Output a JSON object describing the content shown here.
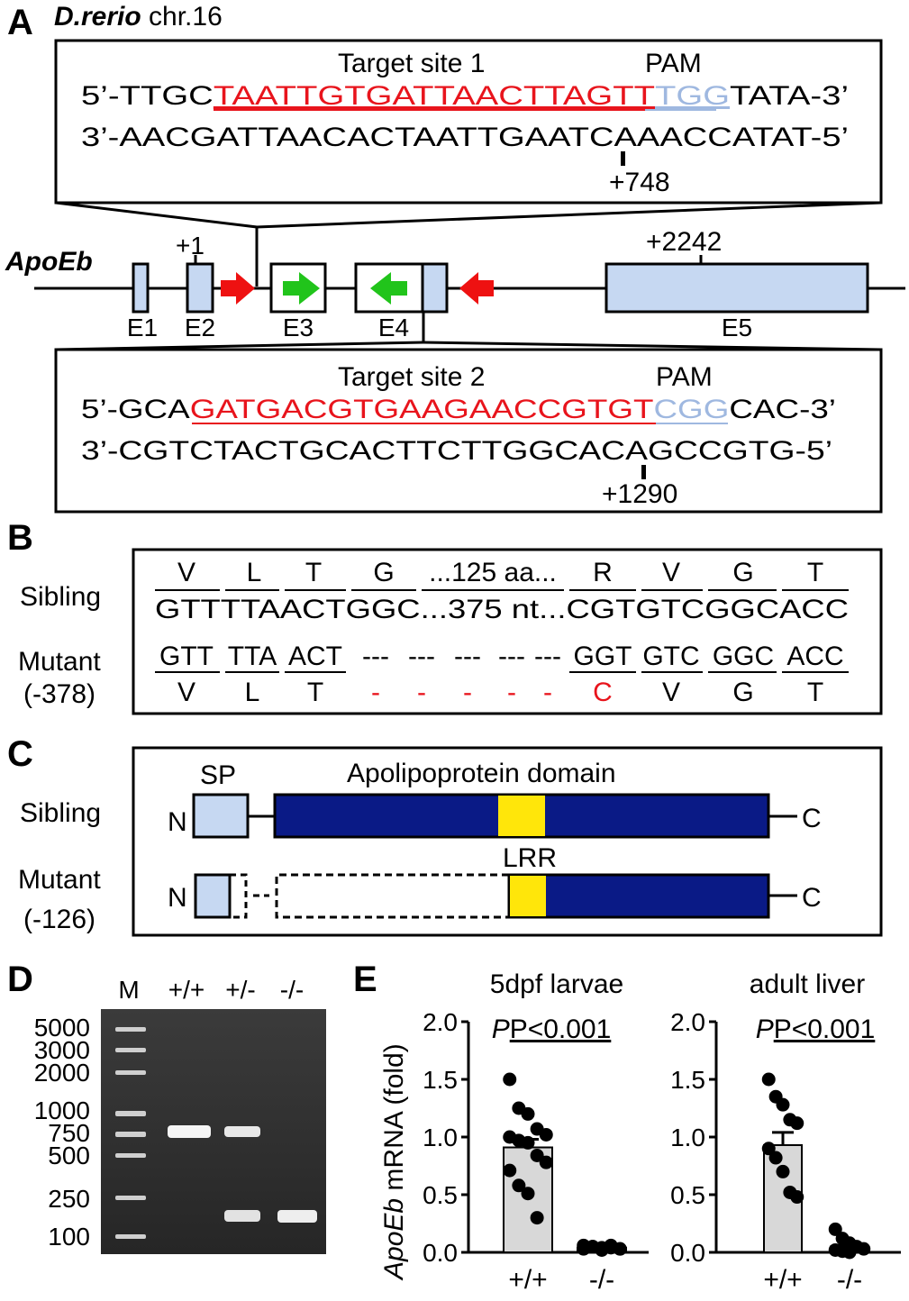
{
  "colors": {
    "red": "#e8141c",
    "pam": "#9fb8e0",
    "exon_fill": "#c6d8f2",
    "domain_blue": "#0a1a86",
    "lrr_yellow": "#ffe60a",
    "arrow_green": "#21c41b",
    "arrow_red": "#ee1111",
    "bar_gray": "#d8d8d8",
    "gel_bg": "#2e2e2e"
  },
  "panelA": {
    "letter": "A",
    "species": "D.rerio",
    "chromosome": " chr.16",
    "gene": "ApoEb",
    "site1": {
      "title": "Target site 1",
      "pam_label": "PAM",
      "top_prefix": "5’-TTGC",
      "target": "TAATTGTGATTAACTTAGTT",
      "pam": "TGG",
      "top_suffix": "TATA-3’",
      "bottom": "3’-AACGATTAACACTAATTGAATCAAACCATAT-5’",
      "position": "+748"
    },
    "site2": {
      "title": "Target site 2",
      "pam_label": "PAM",
      "top_prefix": "5’-GCA",
      "target": "GATGACGTGAAGAACCGTGT",
      "pam": "CGG",
      "top_suffix": "CAC-3’",
      "bottom": "3’-CGTCTACTGCACTTCTTGGCACAGCCGTG-5’",
      "position": "+1290"
    },
    "exons": [
      "E1",
      "E2",
      "E3",
      "E4",
      "E5"
    ],
    "pos_plus1": "+1",
    "pos_2242": "+2242"
  },
  "panelB": {
    "letter": "B",
    "sibling_label": "Sibling",
    "mutant_label_1": "Mutant",
    "mutant_label_2": "(-378)",
    "sib_aa": [
      "V",
      "L",
      "T",
      "G",
      "...125 aa...",
      "R",
      "V",
      "G",
      "T"
    ],
    "sib_nt": "GTTTTAACTGGC...375 nt...CGTGTCGGCACC",
    "mut_codons": [
      "GTT",
      "TTA",
      "ACT",
      "---",
      "---",
      "---",
      "---",
      "---",
      "GGT",
      "GTC",
      "GGC",
      "ACC"
    ],
    "mut_aa": [
      "V",
      "L",
      "T",
      "-",
      "-",
      "-",
      "-",
      "-",
      "C",
      "V",
      "G",
      "T"
    ]
  },
  "panelC": {
    "letter": "C",
    "sibling_label": "Sibling",
    "mutant_label_1": "Mutant",
    "mutant_label_2": "(-126)",
    "sp_label": "SP",
    "domain_label": "Apolipoprotein domain",
    "lrr_label": "LRR",
    "n_term": "N",
    "c_term": "C"
  },
  "panelD": {
    "letter": "D",
    "lanes": [
      "M",
      "+/+",
      "+/-",
      "-/-"
    ],
    "ladder": [
      "5000",
      "3000",
      "2000",
      "1000",
      "750",
      "500",
      "250",
      "100"
    ]
  },
  "panelE": {
    "letter": "E",
    "ylabel_gene": "ApoEb",
    "ylabel_rest": " mRNA (fold)",
    "p_label": "P",
    "p_rest": "<0.001"
  },
  "chart_data": [
    {
      "type": "bar",
      "title": "5dpf larvae",
      "categories": [
        "+/+",
        "-/-"
      ],
      "values": [
        0.91,
        0.04
      ],
      "sem": [
        0.07,
        0.01
      ],
      "ylim": [
        0,
        2.0
      ],
      "yticks": [
        "0.0",
        "0.5",
        "1.0",
        "1.5",
        "2.0"
      ],
      "points": [
        [
          1.5,
          1.25,
          1.2,
          1.07,
          1.02,
          1.0,
          0.97,
          0.95,
          0.84,
          0.78,
          0.71,
          0.58,
          0.51,
          0.3
        ],
        [
          0.06,
          0.05,
          0.04,
          0.04,
          0.03,
          0.03,
          0.05,
          0.02,
          0.06,
          0.03,
          0.04
        ]
      ],
      "annotation": "P<0.001"
    },
    {
      "type": "bar",
      "title": "adult liver",
      "categories": [
        "+/+",
        "-/-"
      ],
      "values": [
        0.93,
        0.05
      ],
      "sem": [
        0.11,
        0.02
      ],
      "ylim": [
        0,
        2.0
      ],
      "yticks": [
        "0.0",
        "0.5",
        "1.0",
        "1.5",
        "2.0"
      ],
      "points": [
        [
          1.5,
          1.35,
          1.28,
          1.15,
          1.12,
          0.9,
          0.82,
          0.7,
          0.52,
          0.48
        ],
        [
          0.2,
          0.12,
          0.08,
          0.05,
          0.03,
          0.02,
          0.01,
          0.0
        ]
      ],
      "annotation": "P<0.001"
    }
  ]
}
